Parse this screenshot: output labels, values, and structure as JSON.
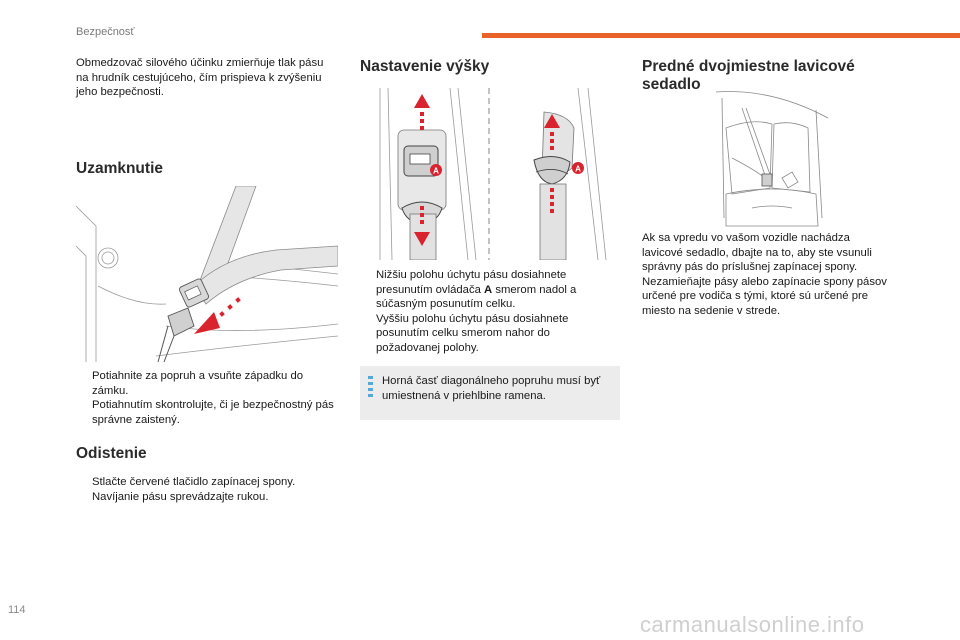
{
  "header": {
    "section_label": "Bezpečnosť"
  },
  "footer": {
    "page_number": "114",
    "watermark": "carmanualsonline.info"
  },
  "col1": {
    "intro": "Obmedzovač silového účinku zmierňuje tlak pásu na hrudník cestujúceho, čím prispieva k zvýšeniu jeho bezpečnosti.",
    "lock_title": "Uzamknutie",
    "lock_items": [
      "Potiahnite za popruh a vsuňte západku do zámku.",
      "Potiahnutím skontrolujte, či je bezpečnostný pás správne zaistený."
    ],
    "release_title": "Odistenie",
    "release_items": [
      "Stlačte červené tlačidlo zapínacej spony.",
      "Navíjanie pásu sprevádzajte rukou."
    ]
  },
  "col2": {
    "title": "Nastavenie výšky",
    "callout_label": "A",
    "items_1_a": "Nižšiu polohu úchytu pásu dosiahnete presunutím ovládača ",
    "items_1_b": "A",
    "items_1_c": " smerom nadol a súčasným posunutím celku.",
    "items_2": "Vyššiu polohu úchytu pásu dosiahnete posunutím celku smerom nahor do požadovanej polohy.",
    "note": "Horná časť diagonálneho popruhu musí byť umiestnená v priehlbine ramena."
  },
  "col3": {
    "title": "Predné dvojmiestne lavicové sedadlo",
    "body": "Ak sa vpredu vo vašom vozidle nachádza lavicové sedadlo, dbajte na to, aby ste vsunuli správny pás do príslušnej zapínacej spony. Nezamieňajte pásy alebo zapínacie spony pásov určené pre vodiča s tými, ktoré sú určené pre miesto na sedenie v strede."
  },
  "bullet_glyph": "",
  "colors": {
    "accent": "#e8622a",
    "arrow_red": "#d9232e",
    "note_bar": "#55a8d8"
  }
}
